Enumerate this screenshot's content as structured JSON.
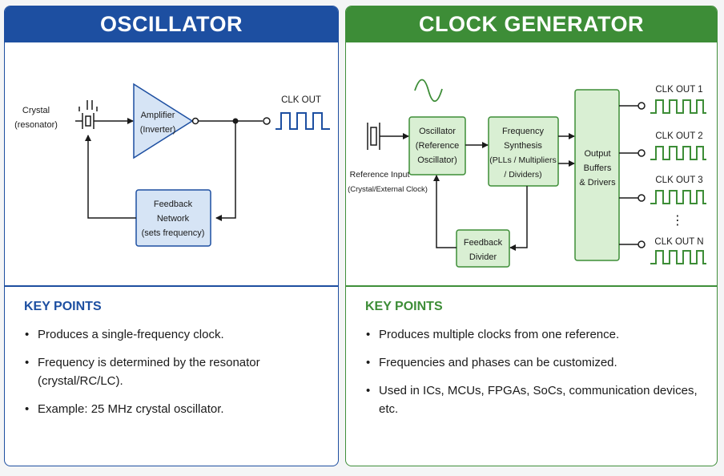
{
  "oscillator": {
    "title": "OSCILLATOR",
    "crystal_line1": "Crystal",
    "crystal_line2": "(resonator)",
    "amplifier_line1": "Amplifier",
    "amplifier_line2": "(Inverter)",
    "feedback_line1": "Feedback",
    "feedback_line2": "Network",
    "feedback_line3": "(sets frequency)",
    "clk_out": "CLK OUT",
    "key_points_title": "KEY POINTS",
    "key_points": [
      "Produces a single-frequency clock.",
      "Frequency is determined by the resonator (crystal/RC/LC).",
      "Example: 25 MHz crystal oscillator."
    ]
  },
  "clock_generator": {
    "title": "CLOCK GENERATOR",
    "reference_line1": "Reference Input",
    "reference_line2": "(Crystal/External Clock)",
    "oscillator_line1": "Oscillator",
    "oscillator_line2": "(Reference",
    "oscillator_line3": "Oscillator)",
    "synthesis_line1": "Frequency",
    "synthesis_line2": "Synthesis",
    "synthesis_line3": "(PLLs / Multipliers",
    "synthesis_line4": "/ Dividers)",
    "buffers_line1": "Output",
    "buffers_line2": "Buffers",
    "buffers_line3": "& Drivers",
    "divider_line1": "Feedback",
    "divider_line2": "Divider",
    "outputs": [
      "CLK OUT 1",
      "CLK OUT 2",
      "CLK OUT 3",
      "CLK OUT N"
    ],
    "ellipsis": "⋮",
    "key_points_title": "KEY POINTS",
    "key_points": [
      "Produces multiple clocks from one reference.",
      "Frequencies and phases can be customized.",
      "Used in ICs, MCUs, FPGAs, SoCs, communication devices, etc."
    ]
  },
  "colors": {
    "blue": "#1d4fa1",
    "green": "#3d8d37",
    "blue_fill": "#d6e4f5",
    "green_fill": "#d9efd3"
  }
}
